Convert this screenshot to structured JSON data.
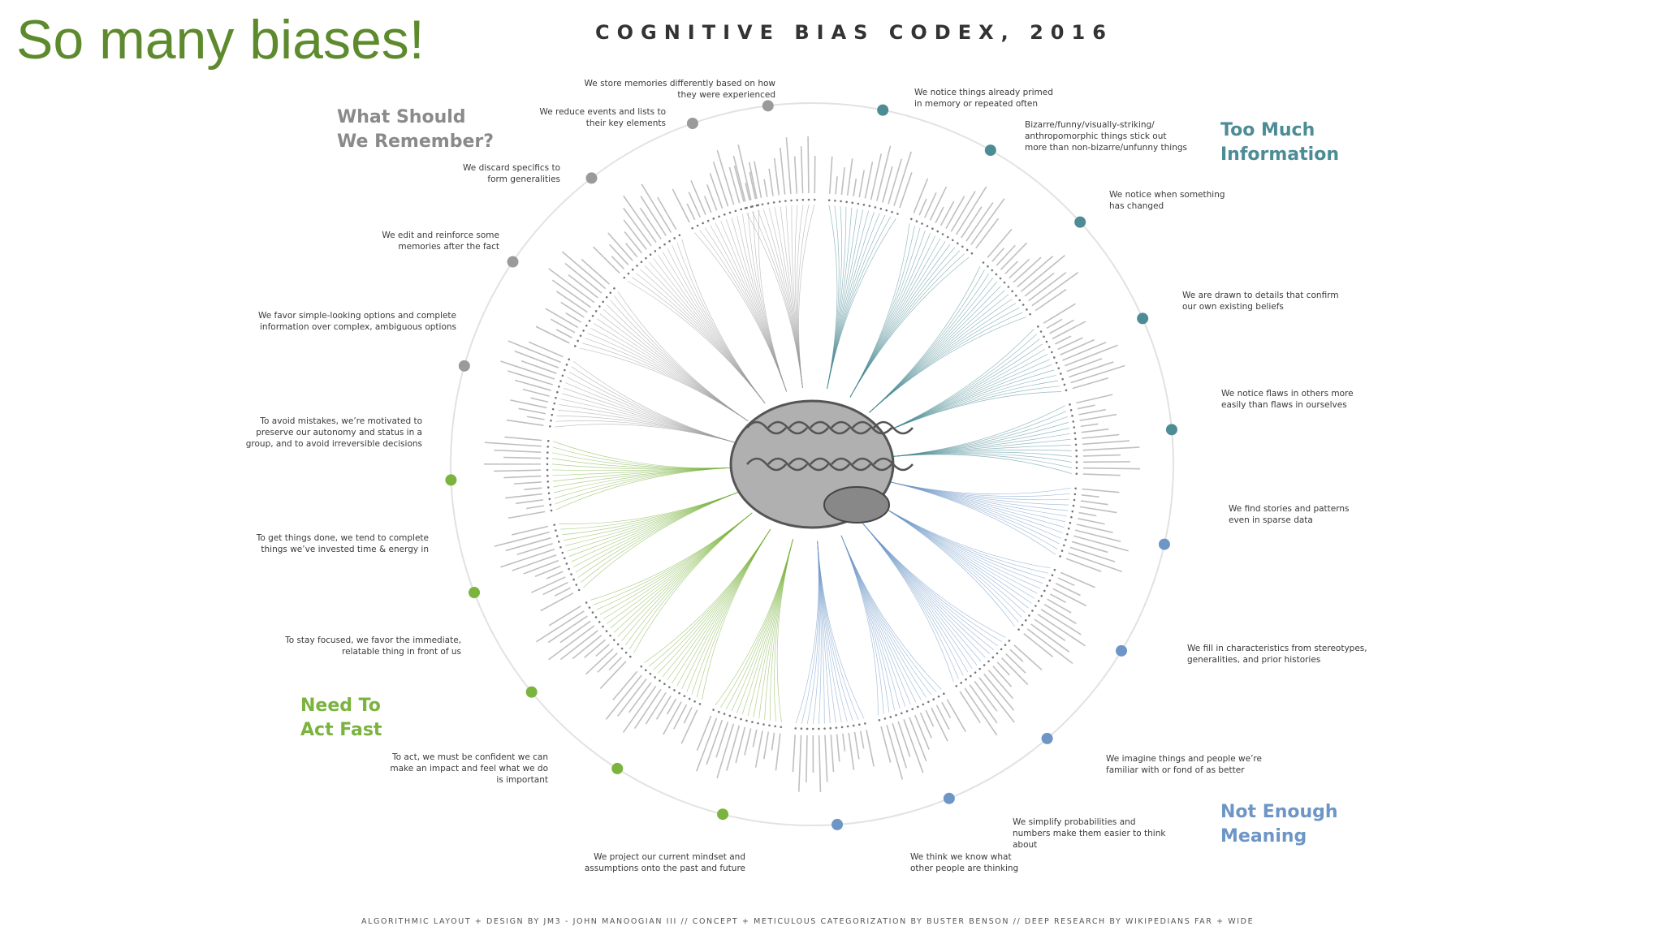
{
  "slide_title": "So many biases!",
  "codex_title": "COGNITIVE BIAS CODEX, 2016",
  "quadrants": {
    "memory": "What Should We Remember?",
    "information": "Too Much Information",
    "meaning": "Not Enough Meaning",
    "act_fast": "Need To Act Fast"
  },
  "branches": {
    "b01": "We store memories differently based on how they were experienced",
    "b02": "We reduce events and lists to their key elements",
    "b03": "We discard specifics to form generalities",
    "b04": "We edit and reinforce some memories after the fact",
    "b05": "We favor simple-looking options and complete information over complex, ambiguous options",
    "b06": "To avoid mistakes, we’re motivated to preserve our autonomy and status in a group, and to avoid irreversible decisions",
    "b07": "To get things done, we tend to complete things we’ve invested time & energy in",
    "b08": "To stay focused, we favor the immediate, relatable thing in front of us",
    "b09": "To act, we must be confident we can make an impact and feel what we do is important",
    "b10": "We project our current mindset and assumptions onto the past and future",
    "b11": "We think we know what other people are thinking",
    "b12": "We simplify probabilities and numbers make them easier to think about",
    "b13": "We imagine things and people we’re familiar with or fond of as better",
    "b14": "We fill in characteristics from stereotypes, generalities, and prior histories",
    "b15": "We find stories and patterns even in sparse data",
    "b16": "We notice flaws in others more easily than flaws in ourselves",
    "b17": "We are drawn to details that confirm our own existing beliefs",
    "b18": "We notice when something has changed",
    "b19": "Bizarre/funny/visually-striking/ anthropomorphic things stick out more than non-bizarre/unfunny things",
    "b20": "We notice things already primed in memory or repeated often"
  },
  "credits": "ALGORITHMIC LAYOUT + DESIGN BY JM3 - JOHN MANOOGIAN III // CONCEPT + METICULOUS CATEGORIZATION BY BUSTER BENSON // DEEP RESEARCH BY WIKIPEDIANS FAR + WIDE",
  "colors": {
    "title_green": "#5e8a2e",
    "memory_gray": "#9a9a9a",
    "information_teal": "#4d8c95",
    "meaning_blue": "#6d96c6",
    "act_green": "#7ab33e"
  }
}
